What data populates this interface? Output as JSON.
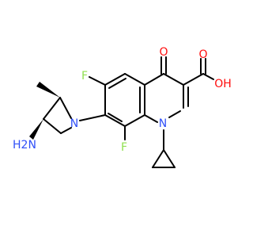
{
  "molecule": {
    "atoms": {
      "o_keto": "O",
      "acid_o": "O",
      "acid_oh": "OH",
      "f_top": "F",
      "f_bottom": "F",
      "n_quinoline": "N",
      "n_azetidine": "N",
      "amine": "H2N"
    },
    "colors": {
      "bond": "#000000",
      "oxygen": "#ff0d0d",
      "fluorine": "#90e050",
      "nitrogen": "#3050f8"
    }
  }
}
